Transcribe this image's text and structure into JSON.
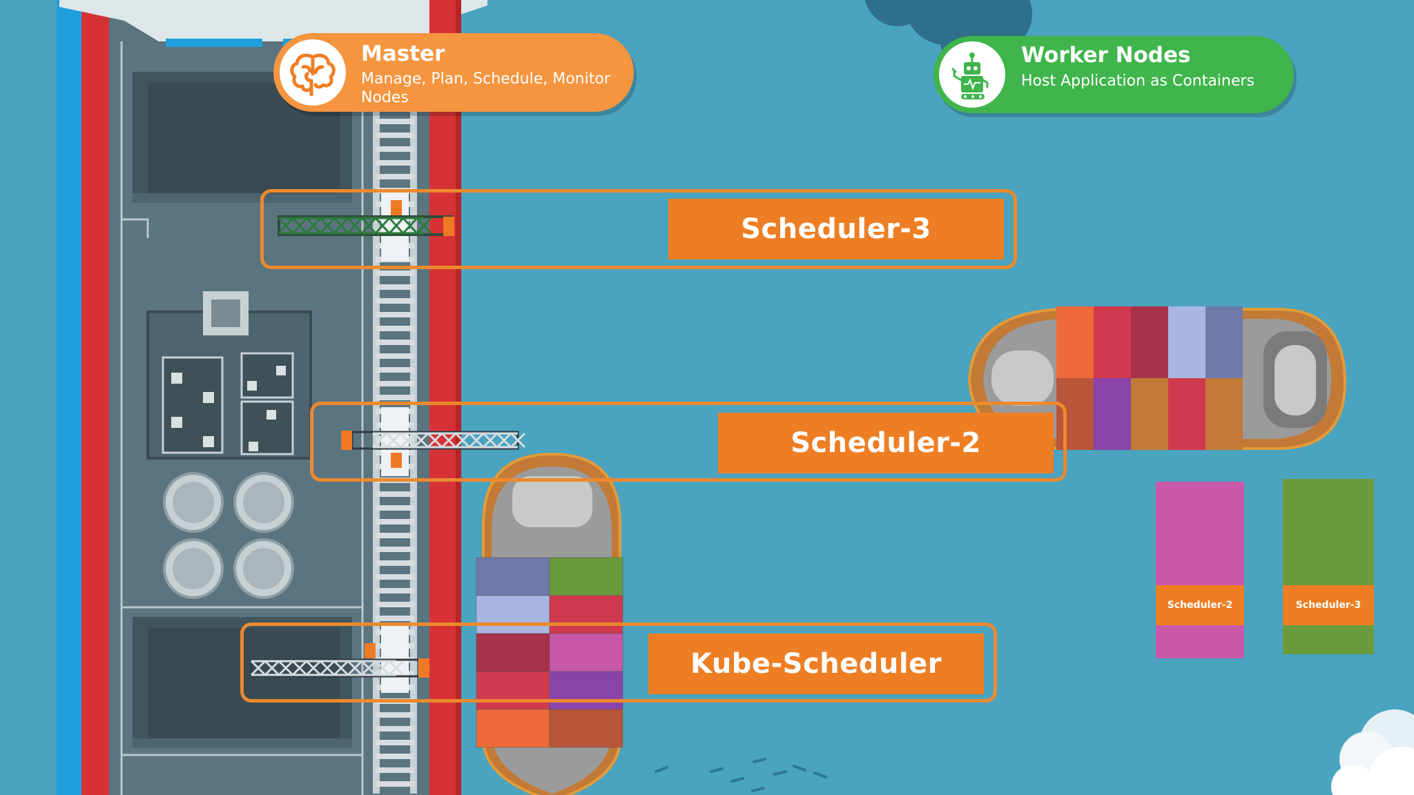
{
  "master": {
    "title": "Master",
    "subtitle": "Manage, Plan, Schedule, Monitor Nodes",
    "icon": "brain-icon",
    "color": "#f5953f"
  },
  "worker_nodes": {
    "title": "Worker Nodes",
    "subtitle": "Host Application as Containers",
    "icon": "robot-icon",
    "color": "#3fb54c"
  },
  "schedulers": [
    {
      "label": "Scheduler-3"
    },
    {
      "label": "Scheduler-2"
    },
    {
      "label": "Kube-Scheduler"
    }
  ],
  "container_tags": [
    {
      "label": "Scheduler-2",
      "color": "#c858a8"
    },
    {
      "label": "Scheduler-3",
      "color": "#6a9a3a"
    }
  ],
  "colors": {
    "water": "#4aa3bf",
    "highlight": "#ec8a2e",
    "label_bar": "#ee7e24"
  }
}
